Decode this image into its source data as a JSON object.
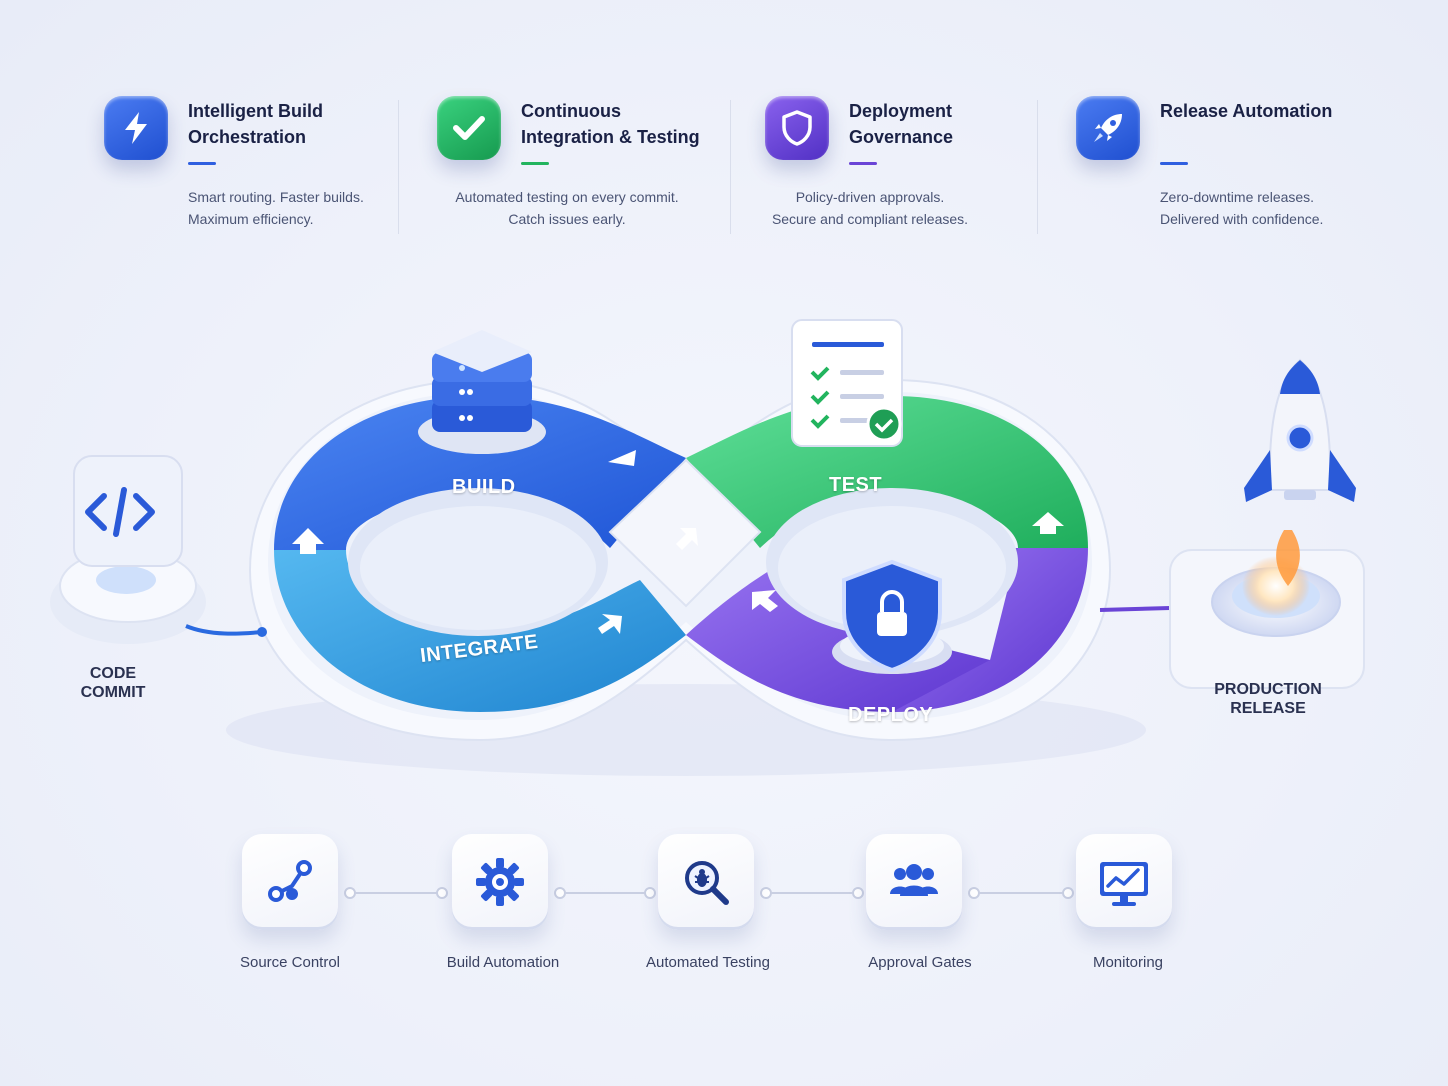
{
  "features": [
    {
      "title": "Intelligent Build Orchestration",
      "desc1": "Smart routing. Faster builds.",
      "desc2": "Maximum efficiency.",
      "icon": "lightning-icon",
      "color": "#2f5fe0"
    },
    {
      "title": "Continuous Integration & Testing",
      "desc1": "Automated testing on every commit.",
      "desc2": "Catch issues early.",
      "icon": "check-icon",
      "color": "#22b45e"
    },
    {
      "title": "Deployment Governance",
      "desc1": "Policy-driven approvals.",
      "desc2": "Secure and compliant releases.",
      "icon": "shield-icon",
      "color": "#6a44d6"
    },
    {
      "title": "Release Automation",
      "desc1": "Zero-downtime releases.",
      "desc2": "Delivered with confidence.",
      "icon": "rocket-icon",
      "color": "#2f5fe0"
    }
  ],
  "loop": {
    "build": "BUILD",
    "test": "TEST",
    "integrate": "INTEGRATE",
    "deploy": "DEPLOY"
  },
  "endpoints": {
    "code_commit_line1": "CODE",
    "code_commit_line2": "COMMIT",
    "production_line1": "PRODUCTION",
    "production_line2": "RELEASE"
  },
  "tools": [
    {
      "label": "Source Control",
      "icon": "branch-icon"
    },
    {
      "label": "Build Automation",
      "icon": "gear-icon"
    },
    {
      "label": "Automated Testing",
      "icon": "bug-search-icon"
    },
    {
      "label": "Approval Gates",
      "icon": "team-icon"
    },
    {
      "label": "Monitoring",
      "icon": "monitor-chart-icon"
    }
  ],
  "colors": {
    "build": "#2f6be6",
    "integrate": "#3aa3e6",
    "test": "#34c77a",
    "deploy": "#7650e0"
  }
}
